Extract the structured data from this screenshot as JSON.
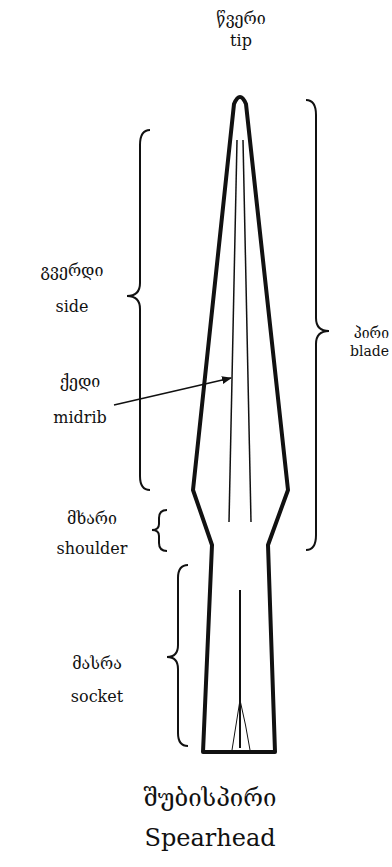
{
  "diagram": {
    "labels": [
      "წვერი",
      "tip",
      "გვერდი",
      "side",
      "პირი",
      "blade",
      "ქედი",
      "midrib",
      "მხარი",
      "shoulder",
      "მასრა",
      "socket",
      "შუბისპირი",
      "Spearhead"
    ]
  }
}
